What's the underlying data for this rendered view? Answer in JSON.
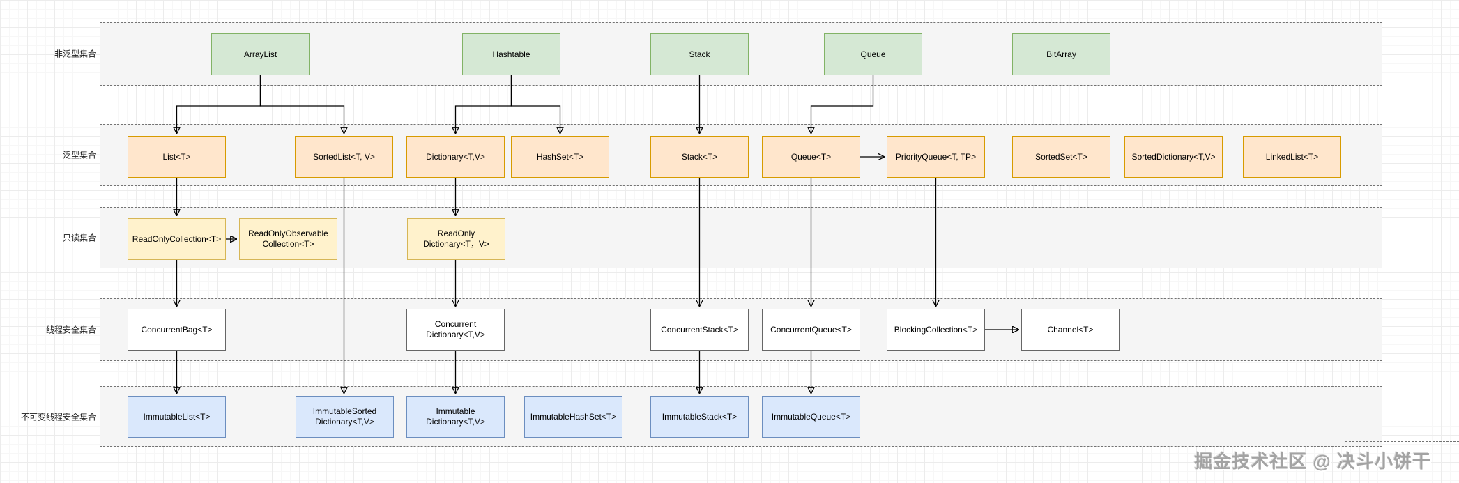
{
  "watermark": "掘金技术社区 @ 决斗小饼干",
  "colors": {
    "non_generic_fill": "#d5e8d4",
    "non_generic_border": "#82b366",
    "generic_fill": "#ffe6cc",
    "generic_border": "#d79b00",
    "readonly_fill": "#fff2cc",
    "readonly_border": "#d6b656",
    "threadsafe_fill": "#ffffff",
    "threadsafe_border": "#666666",
    "immutable_fill": "#dae8fc",
    "immutable_border": "#6c8ebf",
    "container_fill": "#f5f5f5",
    "edge_color": "#000000"
  },
  "rows": [
    {
      "label": "非泛型集合",
      "nodes": [
        {
          "label": "ArrayList"
        },
        {
          "label": "Hashtable"
        },
        {
          "label": "Stack"
        },
        {
          "label": "Queue"
        },
        {
          "label": "BitArray"
        }
      ]
    },
    {
      "label": "泛型集合",
      "nodes": [
        {
          "label": "List<T>"
        },
        {
          "label": "SortedList<T, V>"
        },
        {
          "label": "Dictionary<T,V>"
        },
        {
          "label": "HashSet<T>"
        },
        {
          "label": "Stack<T>"
        },
        {
          "label": "Queue<T>"
        },
        {
          "label": "PriorityQueue<T, TP>"
        },
        {
          "label": "SortedSet<T>"
        },
        {
          "label": "SortedDictionary<T,V>"
        },
        {
          "label": "LinkedList<T>"
        }
      ]
    },
    {
      "label": "只读集合",
      "nodes": [
        {
          "label": "ReadOnlyCollection<T>"
        },
        {
          "label": "ReadOnlyObservable\nCollection<T>"
        },
        {
          "label": "ReadOnly\nDictionary<T，V>"
        }
      ]
    },
    {
      "label": "线程安全集合",
      "nodes": [
        {
          "label": "ConcurrentBag<T>"
        },
        {
          "label": "Concurrent\nDictionary<T,V>"
        },
        {
          "label": "ConcurrentStack<T>"
        },
        {
          "label": "ConcurrentQueue<T>"
        },
        {
          "label": "BlockingCollection<T>"
        },
        {
          "label": "Channel<T>"
        }
      ]
    },
    {
      "label": "不可变线程安全集合",
      "nodes": [
        {
          "label": "ImmutableList<T>"
        },
        {
          "label": "ImmutableSorted\nDictionary<T,V>"
        },
        {
          "label": "Immutable\nDictionary<T,V>"
        },
        {
          "label": "ImmutableHashSet<T>"
        },
        {
          "label": "ImmutableStack<T>"
        },
        {
          "label": "ImmutableQueue<T>"
        }
      ]
    }
  ]
}
